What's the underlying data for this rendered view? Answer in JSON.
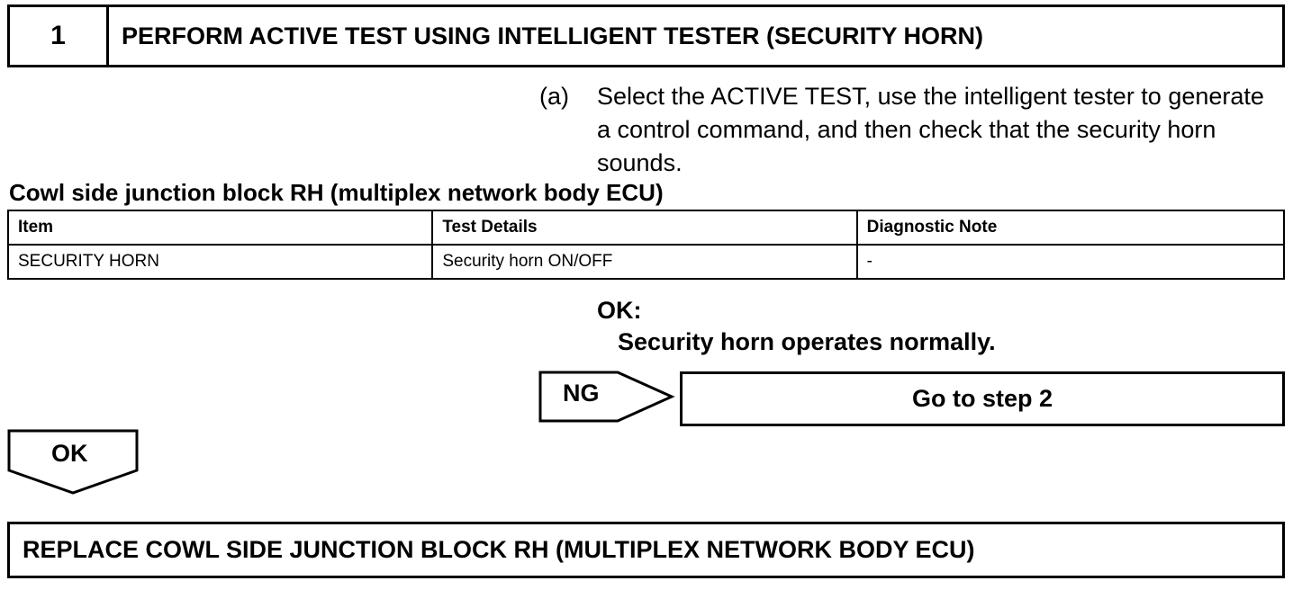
{
  "step": {
    "number": "1",
    "title": "PERFORM ACTIVE TEST USING INTELLIGENT TESTER (SECURITY HORN)"
  },
  "instruction": {
    "letter": "(a)",
    "text": "Select the ACTIVE TEST, use the intelligent tester to generate a control command, and then check that the security horn sounds."
  },
  "table": {
    "caption": "Cowl side junction block RH (multiplex network body ECU)",
    "headers": [
      "Item",
      "Test Details",
      "Diagnostic Note"
    ],
    "rows": [
      [
        "SECURITY HORN",
        "Security horn ON/OFF",
        "-"
      ]
    ]
  },
  "result": {
    "ok_label": "OK:",
    "ok_text": "Security horn operates normally."
  },
  "ng_branch": {
    "label": "NG",
    "target": "Go to step 2"
  },
  "ok_branch": {
    "label": "OK"
  },
  "final_action": "REPLACE COWL SIDE JUNCTION BLOCK RH (MULTIPLEX NETWORK BODY ECU)"
}
